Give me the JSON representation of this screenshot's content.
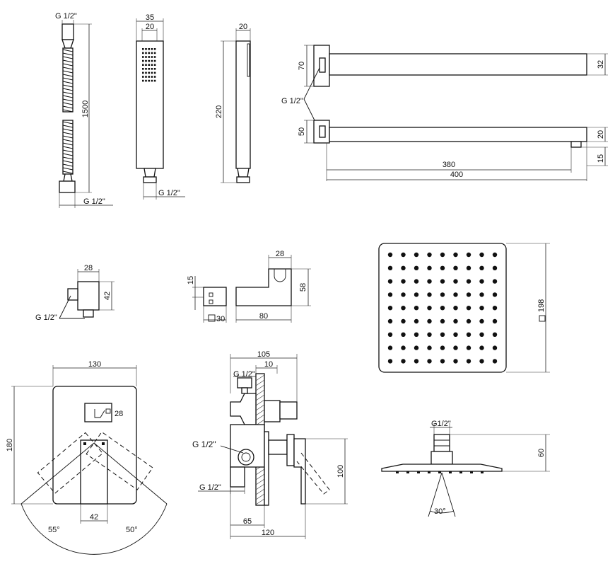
{
  "drawing": {
    "title": "",
    "colors": {
      "line": "#111111",
      "background": "#ffffff"
    },
    "hose": {
      "thread_top": "G 1/2\"",
      "length": "1500",
      "thread_bottom": "G 1/2\""
    },
    "hand_shower": {
      "width": "35",
      "inner_width": "20",
      "thread": "G 1/2\""
    },
    "hand_shower_side": {
      "depth": "20",
      "length": "220"
    },
    "shower_arm": {
      "flange_top": "70",
      "flange_bottom": "50",
      "thread": "G 1/2\"",
      "arm_height_top": "32",
      "arm_height_bottom": "20",
      "drop": "15",
      "length_inner": "380",
      "length_total": "400"
    },
    "wall_connector": {
      "width": "28",
      "height": "42",
      "thread": "G 1/2\""
    },
    "holder": {
      "front_height": "15",
      "square": "30",
      "width": "80",
      "top_width": "28",
      "height": "58"
    },
    "shower_head_top": {
      "size": "198"
    },
    "mixer_front": {
      "width": "130",
      "height": "180",
      "handle_width": "42",
      "handle_height": "28",
      "angle_left": "55°",
      "angle_right": "50°"
    },
    "mixer_side": {
      "width_top": "105",
      "thread_top": "G 1/2\"",
      "plate": "10",
      "thread_mid": "G 1/2\"",
      "thread_bottom": "G 1/2\"",
      "depth_body": "65",
      "depth_total": "120",
      "handle_drop": "100"
    },
    "shower_head_side": {
      "thread": "G1/2\"",
      "height": "60",
      "spray_angle": "30°"
    }
  }
}
